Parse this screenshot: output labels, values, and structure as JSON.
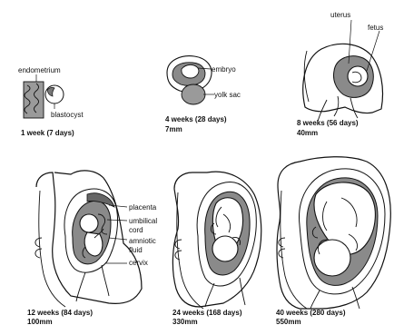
{
  "stages": [
    {
      "id": "week1",
      "caption_line1": "1 week (7 days)",
      "caption_line2": "",
      "labels": {
        "endometrium": "endometrium",
        "blastocyst": "blastocyst"
      }
    },
    {
      "id": "week4",
      "caption_line1": "4 weeks (28 days)",
      "caption_line2": "7mm",
      "labels": {
        "embryo": "embryo",
        "yolk_sac": "yolk sac"
      }
    },
    {
      "id": "week8",
      "caption_line1": "8 weeks (56 days)",
      "caption_line2": "40mm",
      "labels": {
        "uterus": "uterus",
        "fetus": "fetus"
      }
    },
    {
      "id": "week12",
      "caption_line1": "12 weeks (84 days)",
      "caption_line2": "100mm",
      "labels": {
        "placenta": "placenta",
        "umbilical_1": "umbilical",
        "umbilical_2": "cord",
        "amniotic_1": "amniotic",
        "amniotic_2": "fluid",
        "cervix": "cervix"
      }
    },
    {
      "id": "week24",
      "caption_line1": "24 weeks (168 days)",
      "caption_line2": "330mm"
    },
    {
      "id": "week40",
      "caption_line1": "40 weeks (280 days)",
      "caption_line2": "550mm"
    }
  ]
}
